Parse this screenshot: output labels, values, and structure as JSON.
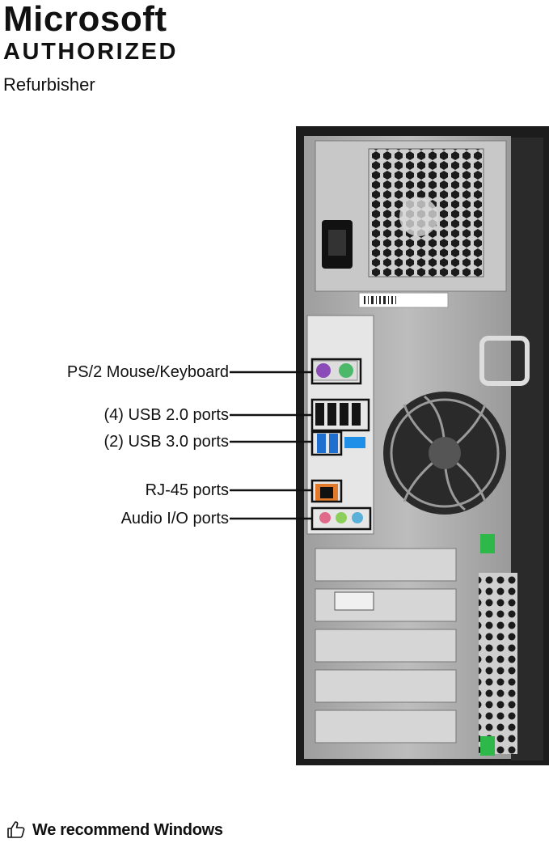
{
  "brand": {
    "line1": "Microsoft",
    "line2": "AUTHORIZED",
    "line3": "Refurbisher"
  },
  "callouts": [
    "PS/2 Mouse/Keyboard",
    "(4) USB 2.0 ports",
    "(2) USB 3.0 ports",
    "RJ-45 ports",
    "Audio I/O ports"
  ],
  "footer": {
    "icon": "thumbs-up-icon",
    "text": "We recommend Windows"
  },
  "colors": {
    "chassis": "#1c1c1c",
    "panel": "#a9a9a9",
    "usb3": "#1f6fd1",
    "green_latch": "#2eb84a"
  }
}
